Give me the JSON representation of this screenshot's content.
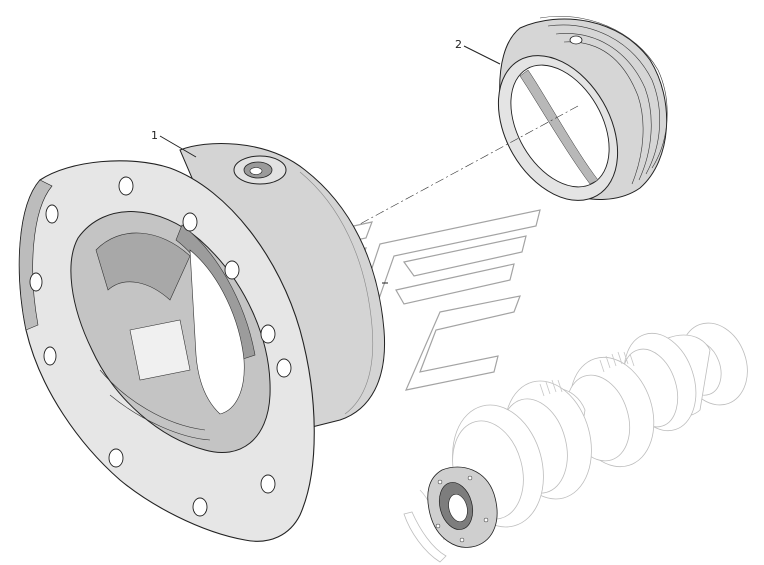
{
  "diagram": {
    "callouts": [
      {
        "id": "1",
        "label": "1"
      },
      {
        "id": "2",
        "label": "2"
      }
    ],
    "colors": {
      "background": "#ffffff",
      "part_shade": "#d4d4d4",
      "part_highlight": "#ececec",
      "part_dark": "#9e9e9e",
      "outline": "#222222",
      "ghost_outline": "#bdbdbd",
      "watermark": "#9a9a9a"
    },
    "parts": [
      {
        "callout": "1",
        "icon": "flanged-housing-icon"
      },
      {
        "callout": "2",
        "icon": "bearing-ring-icon"
      }
    ],
    "context_view_icon": "gearbox-assembly-icon",
    "watermark_icon": "logo-watermark-icon"
  }
}
